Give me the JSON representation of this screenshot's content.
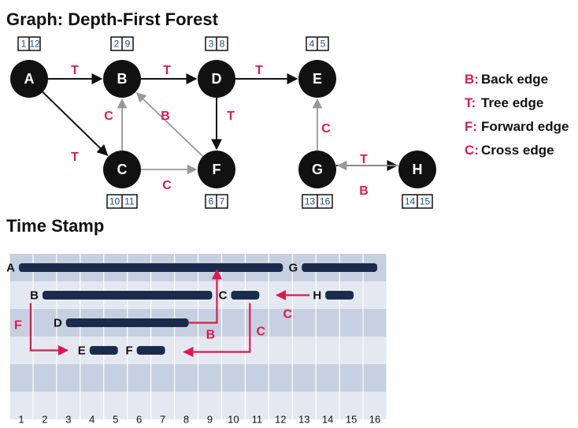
{
  "graph_title": "Graph: Depth-First Forest",
  "timestamp_title": "Time Stamp",
  "colors": {
    "node": "#111111",
    "tree_edge": "#111111",
    "nontree_edge": "#999999",
    "label_accent": "#e0184f",
    "stamp_text": "#1e4ea0",
    "bar": "#1b2b4d",
    "band_dark": "#c7d0e0",
    "band_light": "#e3e8f1"
  },
  "nodes": [
    {
      "id": "A",
      "d": "1",
      "f": "12"
    },
    {
      "id": "B",
      "d": "2",
      "f": "9"
    },
    {
      "id": "D",
      "d": "3",
      "f": "8"
    },
    {
      "id": "E",
      "d": "4",
      "f": "5"
    },
    {
      "id": "C",
      "d": "10",
      "f": "11"
    },
    {
      "id": "F",
      "d": "6",
      "f": "7"
    },
    {
      "id": "G",
      "d": "13",
      "f": "16"
    },
    {
      "id": "H",
      "d": "14",
      "f": "15"
    }
  ],
  "edges": [
    {
      "from": "A",
      "to": "B",
      "type": "T"
    },
    {
      "from": "B",
      "to": "D",
      "type": "T"
    },
    {
      "from": "D",
      "to": "E",
      "type": "T"
    },
    {
      "from": "A",
      "to": "C",
      "type": "T"
    },
    {
      "from": "C",
      "to": "B",
      "type": "C"
    },
    {
      "from": "F",
      "to": "B",
      "type": "B"
    },
    {
      "from": "D",
      "to": "F",
      "type": "T"
    },
    {
      "from": "C",
      "to": "F",
      "type": "C"
    },
    {
      "from": "G",
      "to": "E",
      "type": "C"
    },
    {
      "from": "G",
      "to": "H",
      "type": "T"
    },
    {
      "from": "H",
      "to": "G",
      "type": "B"
    }
  ],
  "legend": [
    {
      "letter": "B:",
      "text": "Back edge"
    },
    {
      "letter": "T:",
      "text": "Tree edge"
    },
    {
      "letter": "F:",
      "text": "Forward edge"
    },
    {
      "letter": "C:",
      "text": "Cross edge"
    }
  ],
  "timeline": {
    "ticks": [
      "1",
      "2",
      "3",
      "4",
      "5",
      "6",
      "7",
      "8",
      "9",
      "10",
      "11",
      "12",
      "13",
      "14",
      "15",
      "16"
    ],
    "intervals": [
      {
        "node": "A",
        "start": 1,
        "end": 12,
        "row": 0
      },
      {
        "node": "G",
        "start": 13,
        "end": 16,
        "row": 0
      },
      {
        "node": "B",
        "start": 2,
        "end": 9,
        "row": 1
      },
      {
        "node": "C",
        "start": 10,
        "end": 11,
        "row": 1
      },
      {
        "node": "H",
        "start": 14,
        "end": 15,
        "row": 1
      },
      {
        "node": "D",
        "start": 3,
        "end": 8,
        "row": 2
      },
      {
        "node": "E",
        "start": 4,
        "end": 5,
        "row": 3
      },
      {
        "node": "F",
        "start": 6,
        "end": 7,
        "row": 3
      }
    ],
    "annotations": [
      {
        "label": "F",
        "from": "B",
        "to": "E"
      },
      {
        "label": "B",
        "from": "D",
        "to": "B"
      },
      {
        "label": "C",
        "from": "C",
        "to": "F"
      },
      {
        "label": "C",
        "from": "H",
        "to": "C"
      }
    ]
  }
}
